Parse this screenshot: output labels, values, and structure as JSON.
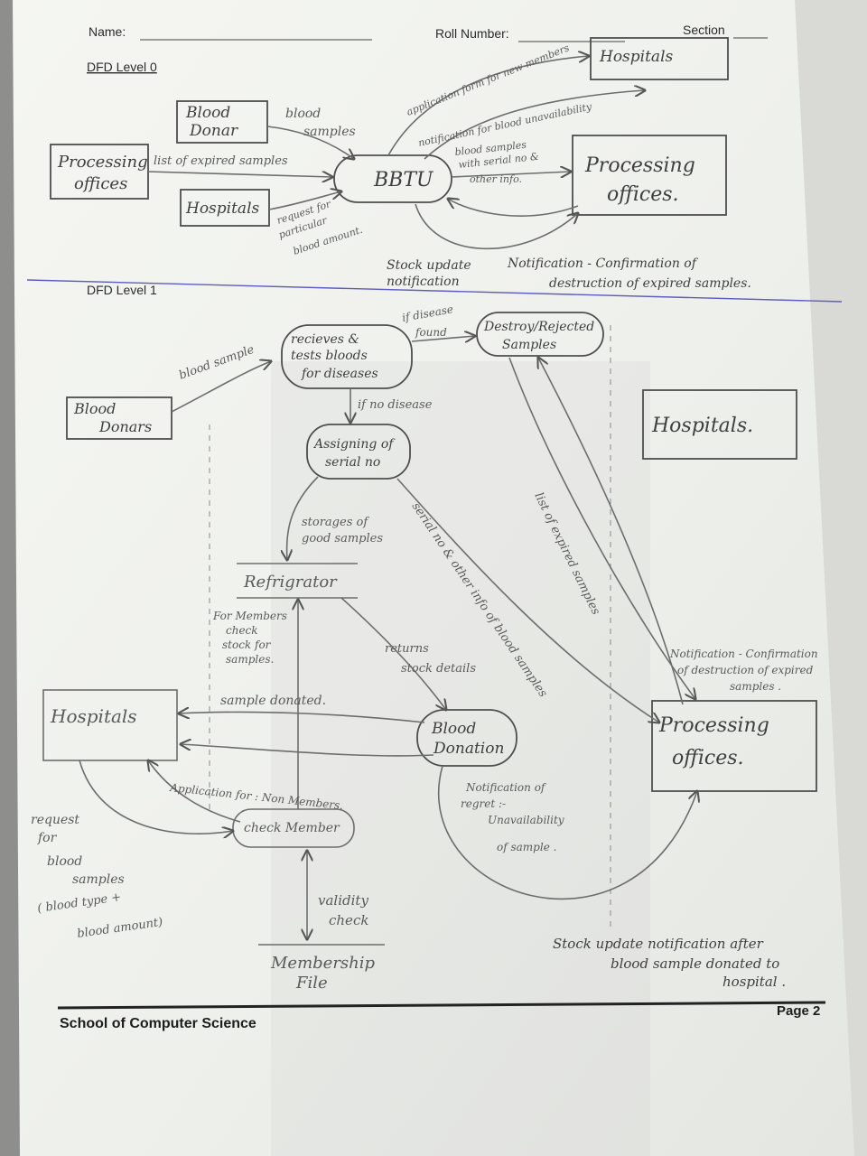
{
  "header": {
    "name_label": "Name:",
    "roll_label": "Roll Number:",
    "section_label": "Section"
  },
  "level0": {
    "title": "DFD Level 0",
    "entities": {
      "blood_donor": [
        "Blood",
        "Donar"
      ],
      "processing_offices_left": [
        "Processing",
        "offices"
      ],
      "hospitals_left": "Hospitals",
      "hospitals_right": "Hospitals",
      "processing_offices_right": [
        "Processing",
        "offices."
      ]
    },
    "process": "BBTU",
    "flows": {
      "blood_samples": [
        "blood",
        "samples"
      ],
      "list_expired": "list of expired samples",
      "request_blood": [
        "request for",
        "particular",
        "blood amount."
      ],
      "application_form": "application form for new members",
      "notif_unavailability": "notification for blood unavailability",
      "samples_serial": [
        "blood samples",
        "with serial no &",
        "other info."
      ],
      "stock_update": [
        "Stock update",
        "notification"
      ],
      "confirmation": [
        "Notification - Confirmation of",
        "destruction of expired samples."
      ]
    }
  },
  "level1": {
    "title": "DFD Level 1",
    "entities": {
      "blood_donors": [
        "Blood",
        "Donars"
      ],
      "hospitals_right": "Hospitals.",
      "hospitals_left": "Hospitals",
      "processing_offices": [
        "Processing",
        "offices."
      ]
    },
    "processes": {
      "receive_test": [
        "recieves &",
        "tests bloods",
        "for diseases"
      ],
      "destroy": [
        "Destroy/Rejected",
        "Samples"
      ],
      "assign_serial": [
        "Assigning of",
        "serial no"
      ],
      "blood_donation": [
        "Blood",
        "Donation"
      ],
      "check_member": "check Member"
    },
    "stores": {
      "refrigerator": "Refrigrator",
      "membership": [
        "Membership",
        "File"
      ]
    },
    "flows": {
      "blood_sample": "blood sample",
      "if_disease": [
        "if disease",
        "found"
      ],
      "if_no_disease": "if no disease",
      "storage_good": [
        "storages of",
        "good samples"
      ],
      "serial_info": "serial no & other info of blood samples",
      "list_expired": "list of expired samples",
      "members_check": [
        "For Members",
        "check",
        "stock for",
        "samples."
      ],
      "returns_stock": [
        "returns",
        "stock details"
      ],
      "sample_donated": "sample donated.",
      "application_nonmembers": "Application for : Non Members.",
      "request_samples": [
        "request",
        "for",
        "blood",
        "samples",
        "( blood type +",
        "blood amount)"
      ],
      "regret": [
        "Notification of",
        "regret :-",
        "Unavailability",
        "of sample ."
      ],
      "validity": [
        "validity",
        "check"
      ],
      "confirmation": [
        "Notification - Confirmation",
        "of destruction of expired",
        "samples ."
      ],
      "stock_update": [
        "Stock update notification after",
        "blood sample donated to",
        "hospital ."
      ]
    }
  },
  "footer": {
    "school": "School of Computer Science",
    "page": "Page 2"
  },
  "colors": {
    "paper": "#f1f2ee",
    "background": "#8e8f8c",
    "pencil": "#5a5a5a",
    "divider": "#5c5cc0"
  }
}
